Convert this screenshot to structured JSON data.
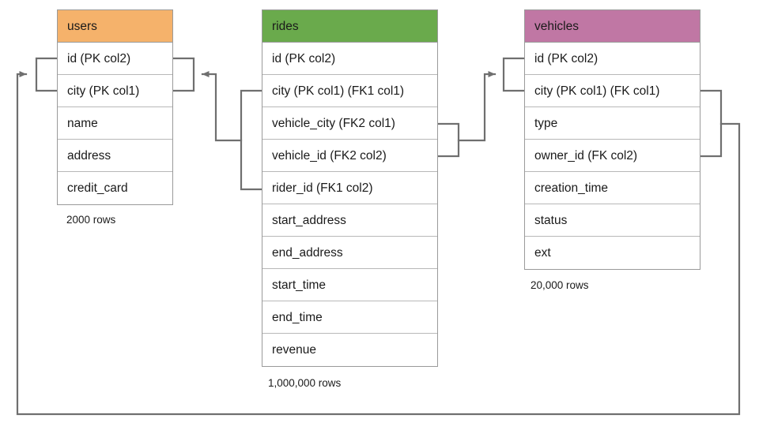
{
  "diagram": {
    "title": "ride-sharing schema entity relationship diagram",
    "background": "#ffffff",
    "line_color": "#6f6f6f"
  },
  "tables": [
    {
      "id": "users",
      "name": "users",
      "header_color": "#f5b26b",
      "row_count_label": "2000 rows",
      "columns": [
        {
          "label": "id (PK col2)"
        },
        {
          "label": "city (PK col1)"
        },
        {
          "label": "name"
        },
        {
          "label": "address"
        },
        {
          "label": "credit_card"
        }
      ]
    },
    {
      "id": "rides",
      "name": "rides",
      "header_color": "#6aaa4c",
      "row_count_label": "1,000,000 rows",
      "columns": [
        {
          "label": "id (PK col2)"
        },
        {
          "label": "city (PK col1) (FK1 col1)"
        },
        {
          "label": "vehicle_city (FK2 col1)"
        },
        {
          "label": "vehicle_id (FK2 col2)"
        },
        {
          "label": "rider_id (FK1 col2)"
        },
        {
          "label": "start_address"
        },
        {
          "label": "end_address"
        },
        {
          "label": "start_time"
        },
        {
          "label": "end_time"
        },
        {
          "label": "revenue"
        }
      ]
    },
    {
      "id": "vehicles",
      "name": "vehicles",
      "header_color": "#c077a4",
      "row_count_label": "20,000 rows",
      "columns": [
        {
          "label": "id (PK col2)"
        },
        {
          "label": "city (PK col1) (FK col1)"
        },
        {
          "label": "type"
        },
        {
          "label": "owner_id (FK col2)"
        },
        {
          "label": "creation_time"
        },
        {
          "label": "status"
        },
        {
          "label": "ext"
        }
      ]
    }
  ],
  "relationships": [
    {
      "id": "rides-fk1-users",
      "from_table": "rides",
      "from_columns": [
        "city (PK col1) (FK1 col1)",
        "rider_id (FK1 col2)"
      ],
      "to_table": "users",
      "to_columns": [
        "id (PK col2)",
        "city (PK col1)"
      ]
    },
    {
      "id": "rides-fk2-vehicles",
      "from_table": "rides",
      "from_columns": [
        "vehicle_city (FK2 col1)",
        "vehicle_id (FK2 col2)"
      ],
      "to_table": "vehicles",
      "to_columns": [
        "id (PK col2)",
        "city (PK col1) (FK col1)"
      ]
    },
    {
      "id": "vehicles-fk-users",
      "from_table": "vehicles",
      "from_columns": [
        "city (PK col1) (FK col1)",
        "owner_id (FK col2)"
      ],
      "to_table": "users",
      "to_columns": [
        "id (PK col2)",
        "city (PK col1)"
      ]
    }
  ]
}
